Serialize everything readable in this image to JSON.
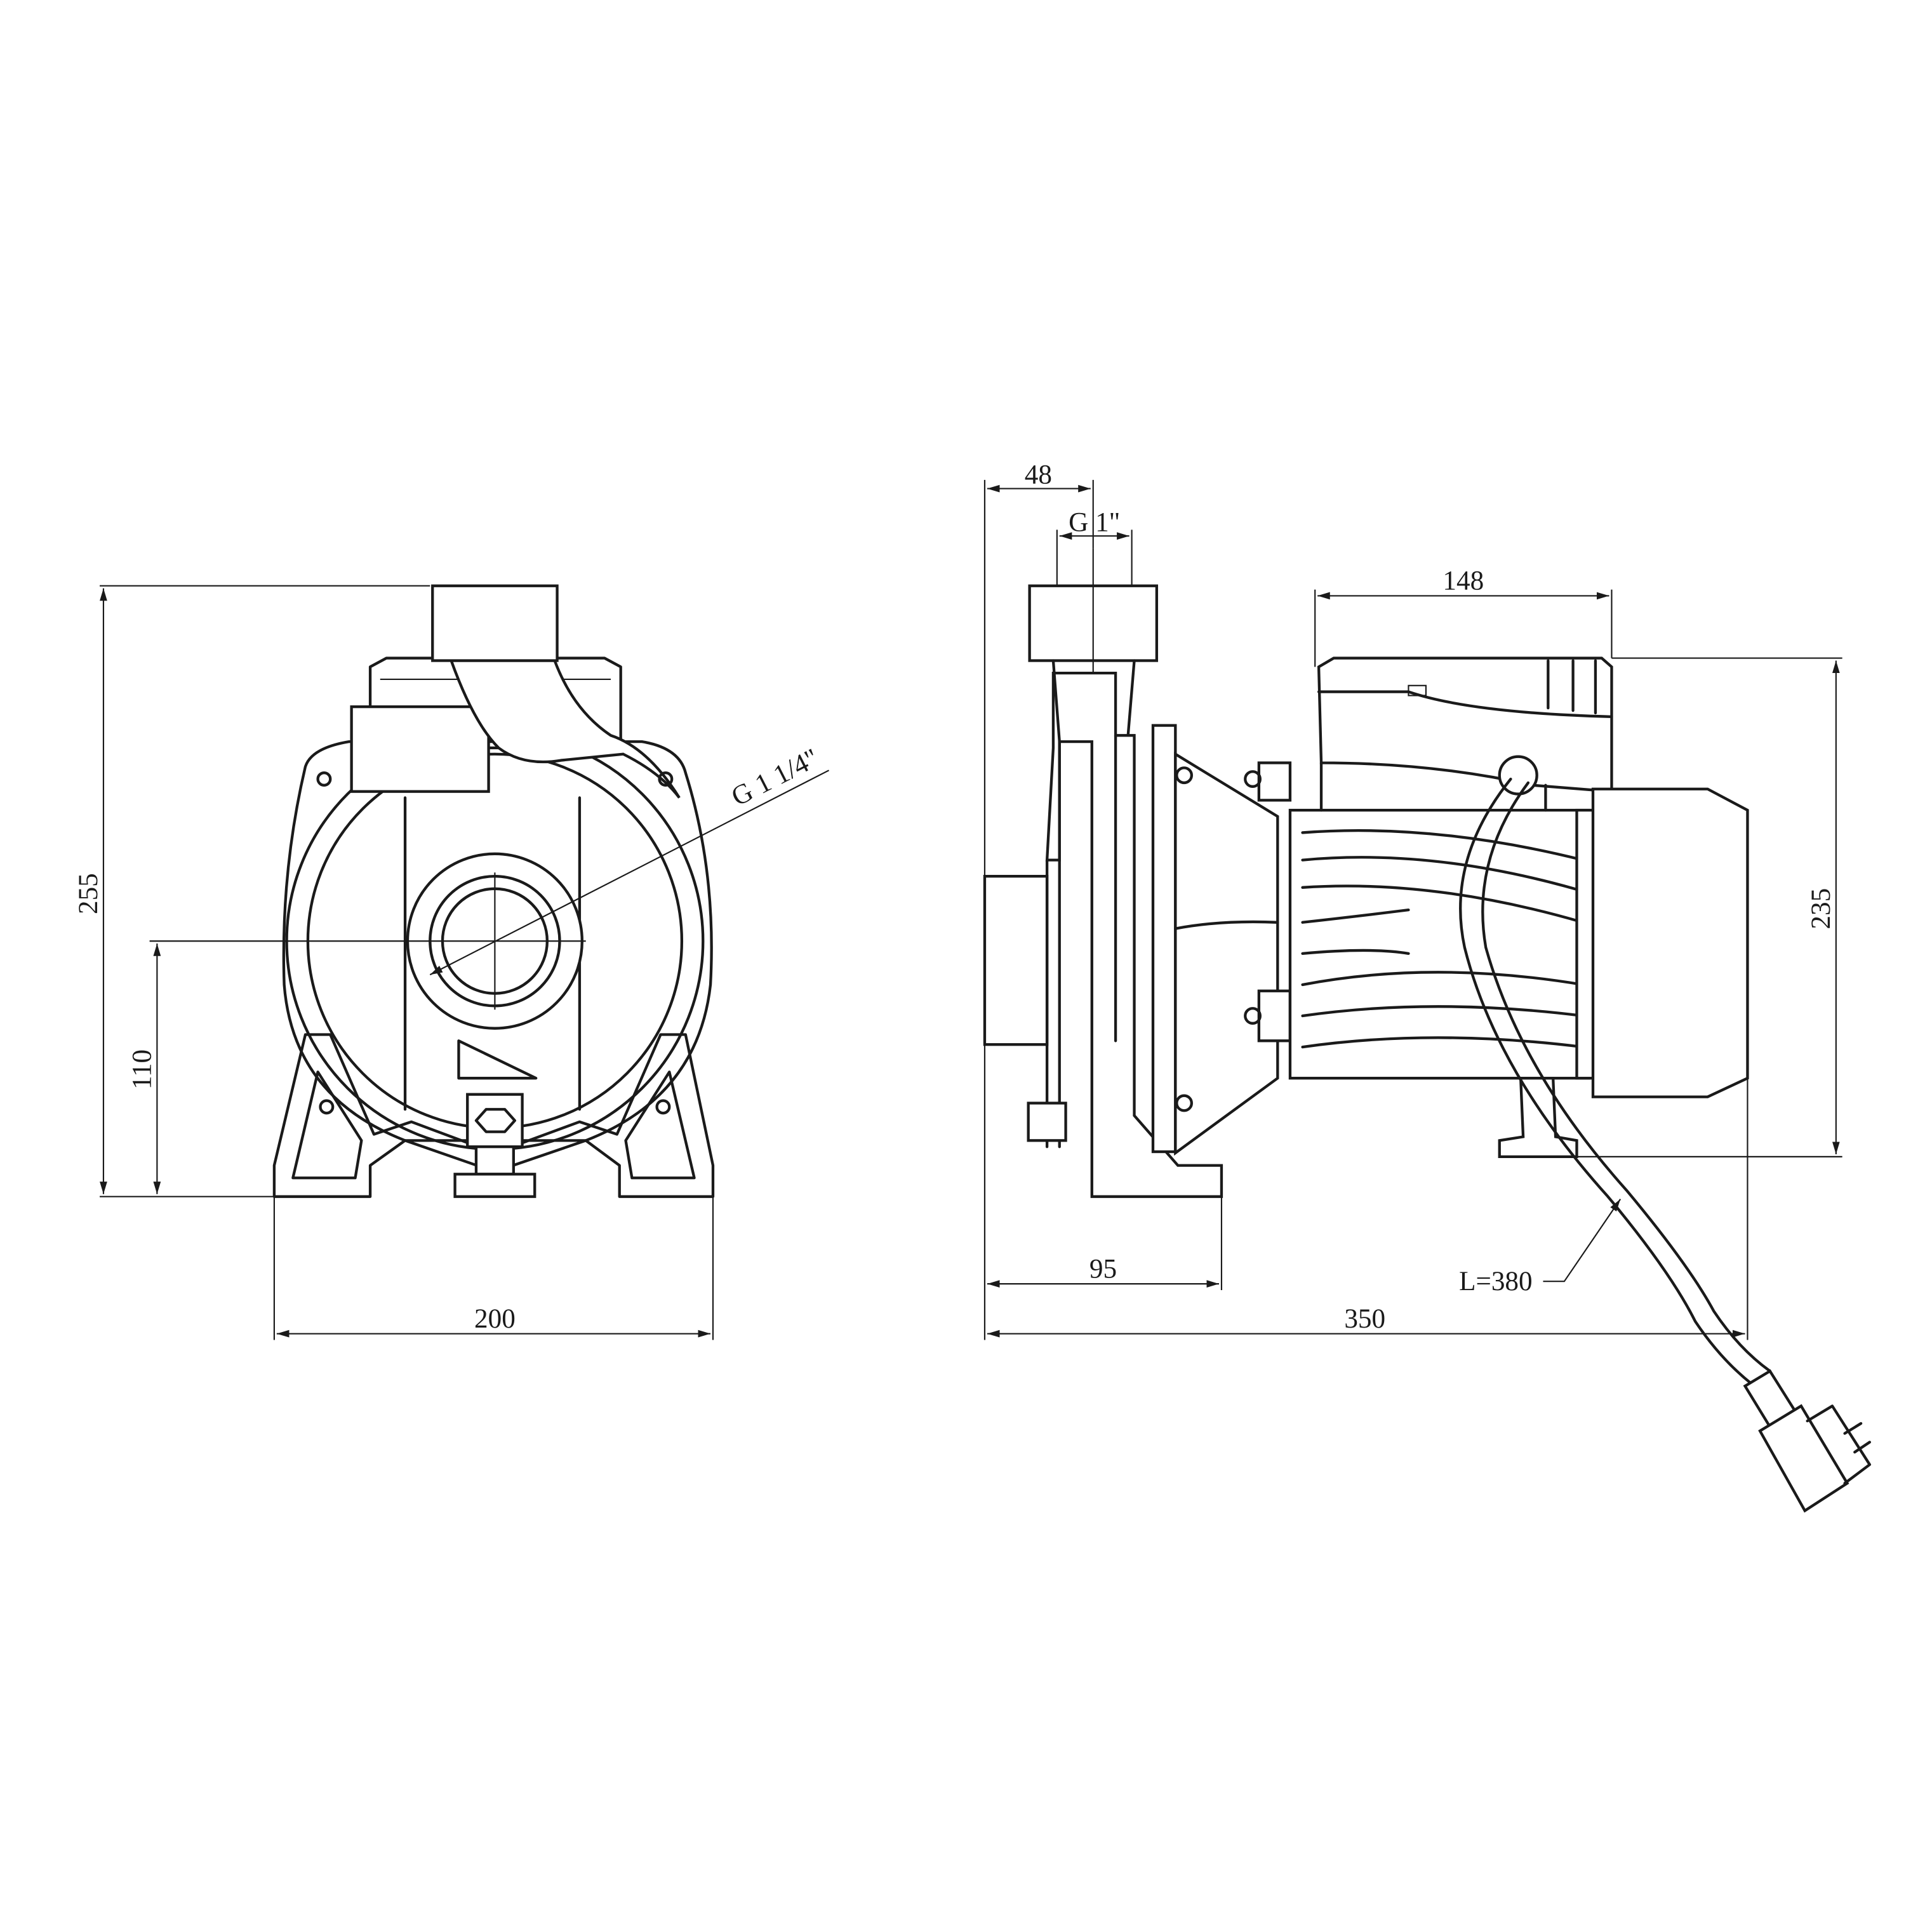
{
  "drawing": {
    "front_view": {
      "height_overall": "255",
      "inlet_axis_height": "110",
      "width_overall": "200",
      "inlet_thread": "G 1 1/4\""
    },
    "side_view": {
      "outlet_offset": "48",
      "outlet_thread": "G 1\"",
      "terminal_box_length": "148",
      "motor_height": "235",
      "pump_head_length": "95",
      "length_overall": "350",
      "cable_length": "L=380"
    },
    "colors": {
      "line": "#1a1a1a",
      "background": "#ffffff"
    }
  }
}
